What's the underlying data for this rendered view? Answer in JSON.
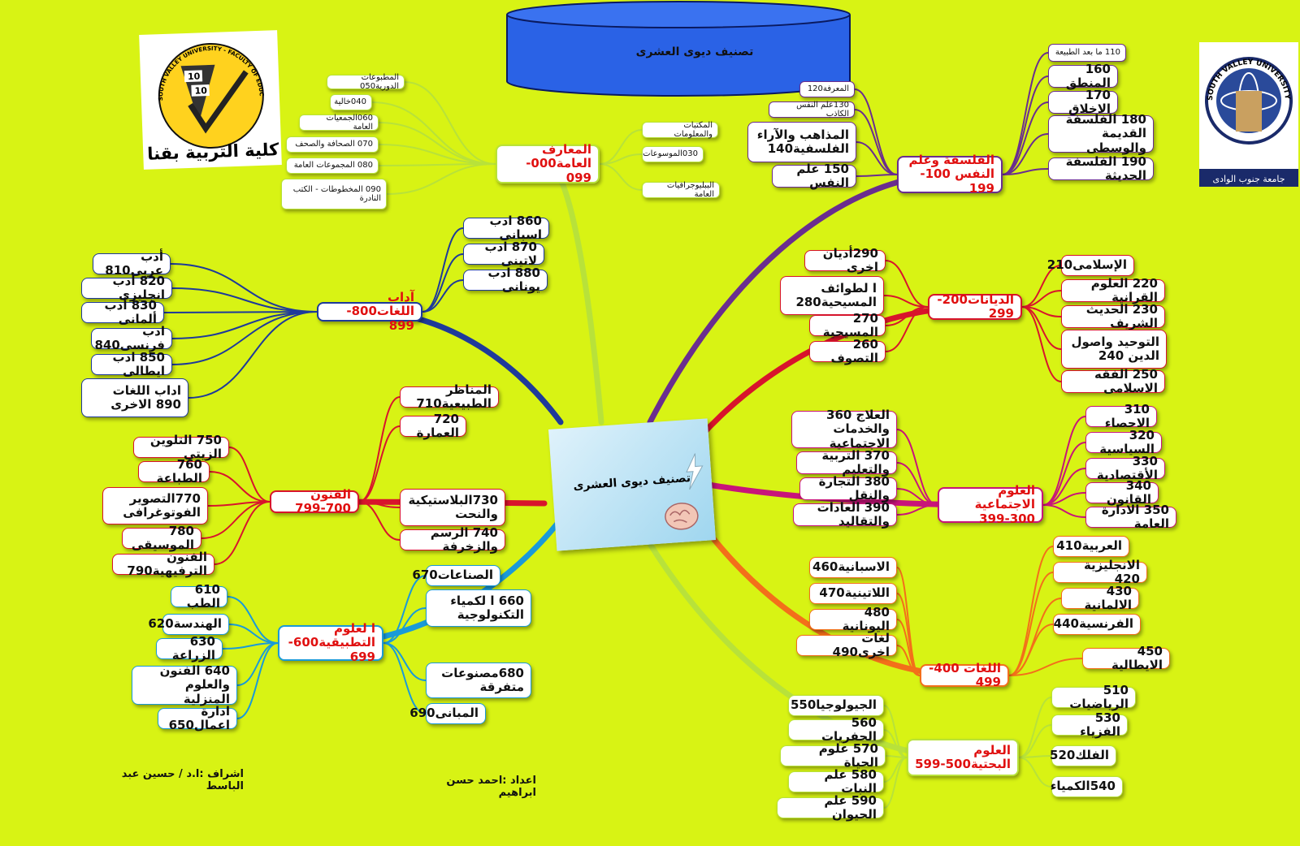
{
  "top_title": "تصنيف ديوى العشرى",
  "center_title": "تصنيف ديوى العشرى",
  "logo_left": {
    "arc": "SOUTH VALLEY UNIVERSITY - FACULTY OF EDUCATION",
    "arabic": "كلية التربية بقنا",
    "scores": [
      "10",
      "10"
    ]
  },
  "logo_right": {
    "arc": "SOUTH VALLEY UNIVERSITY",
    "arabic": "جامعة جنوب الوادى"
  },
  "credits": {
    "supervisor": "اشراف :ا.د / حسين عبد الباسط",
    "author": "اعداد :احمد حسن ابراهيم"
  },
  "branches": [
    {
      "label": "المعارف العامة000-099",
      "color": "#b8e23a",
      "children": [
        "المطبوعات الدورية050",
        "040خالية",
        "060الجمعيات العامة",
        "070 الصحافة والصحف",
        "080 المجموعات العامة",
        "090 المخطوطات - الكتب النادرة",
        "المكتبات والمعلومات",
        "030الموسوعات",
        "الببليوجرافيات العامة"
      ]
    },
    {
      "label": "الفلسفة وعلم النفس 100-199",
      "color": "#6a2d8f",
      "children": [
        "المعرفة120",
        "130علم النفس الكاذب",
        "المذاهب والآراء الفلسفية140",
        "150 علم النفس",
        "110 ما بعد الطبيعة",
        "160 المنطق",
        "170 الاخلاق",
        "180 الفلسفة القديمة والوسطى",
        "190 الفلسفة الحديثة"
      ]
    },
    {
      "label": "الديانات200-299",
      "color": "#d8142c",
      "children": [
        "290أديان اخرى",
        "ا لطوائف المسيحية280",
        "270 المسيحية",
        "260 التصوف",
        "الإسلامى210",
        "220 العلوم القرانية",
        "230 الحديث الشريف",
        "التوحيد واصول الدين 240",
        "250 الفقه الاسلامى"
      ]
    },
    {
      "label": "العلوم الاجتماعية 300-399",
      "color": "#c8147a",
      "children": [
        "العلاج 360 والخدمات الاجتماعية",
        "370 التربية والتعليم",
        "380 التجارة والنقل",
        "390 العادات والتقاليد",
        "310 الاحصاء",
        "320 السياسية",
        "330 الأقتصادية",
        "340 القانون",
        "350 الادارة العامة"
      ]
    },
    {
      "label": "اللغات 400-499",
      "color": "#f36f1a",
      "children": [
        "الاسبانية460",
        "اللاتينية470",
        "480 اليونانية",
        "لغات اخرى490",
        "العربية410",
        "الانجليزية 420",
        "430 الالمانية",
        "الفرنسية440",
        "450 الايطالية"
      ]
    },
    {
      "label": "العلوم البحتية500-599",
      "color": "#b8e23a",
      "children": [
        "الجيولوجيا550",
        "560 الحفريات",
        "570 علوم الحياة",
        "580 علم النبات",
        "590 علم الحيوان",
        "510 الرياضيات",
        "530 الفزياء",
        "الفلك520",
        "540الكمياء"
      ]
    },
    {
      "label": "ا لعلوم التطبيقية600-699",
      "color": "#1a9ad8",
      "children": [
        "الصناعات670",
        "660 ا لكمياء التكنولوجية",
        "680مصنوعات متفرقة",
        "المبانى690",
        "610 الطب",
        "الهندسة620",
        "630 الزراعة",
        "640 الفنون والعلوم المنزلية",
        "ادارة اعمال650"
      ]
    },
    {
      "label": "الفنون 700-799",
      "color": "#d8142c",
      "children": [
        "المناظر الطبيعية710",
        "720 العمارة",
        "730البلاستيكية والنحت",
        "740 الرسم والزخرفة",
        "750 التلوين الزيتى",
        "760 الطباعة",
        "770التصوير الفوتوغرافى",
        "780 الموسيقى",
        "الفنون الترفيهية790"
      ]
    },
    {
      "label": "آداب اللغات800-899",
      "color": "#1e3a9a",
      "children": [
        "860 ادب اسبانى",
        "870 ادب لاتينى",
        "880 ادب يونانى",
        "أدب عربى810",
        "820 أدب انجليزى",
        "830 أدب ألمانى",
        "ادب فرنسى840",
        "850 ادب ايطالى",
        "اداب اللغات 890 الاخرى"
      ]
    }
  ]
}
